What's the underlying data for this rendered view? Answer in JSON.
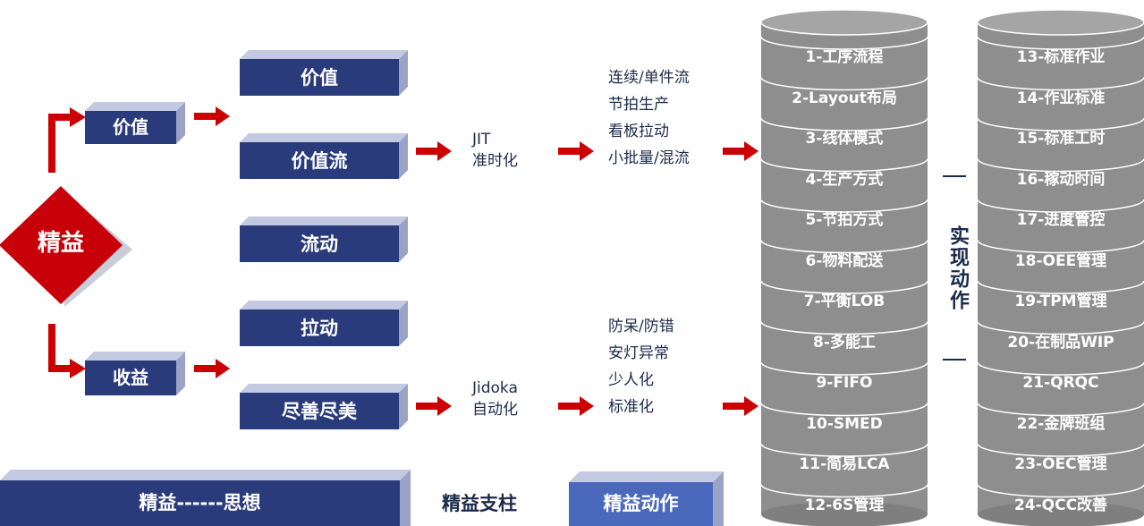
{
  "center": {
    "label": "精益"
  },
  "branches": [
    {
      "label": "价值"
    },
    {
      "label": "收益"
    }
  ],
  "principles": [
    {
      "label": "价值"
    },
    {
      "label": "价值流"
    },
    {
      "label": "流动"
    },
    {
      "label": "拉动"
    },
    {
      "label": "尽善尽美"
    }
  ],
  "jit": {
    "name": "JIT",
    "cn": "准时化",
    "methods": [
      "连续/单件流",
      "节拍生产",
      "看板拉动",
      "小批量/混流"
    ]
  },
  "jidoka": {
    "name": "Jidoka",
    "cn": "自动化",
    "methods": [
      "防呆/防错",
      "安灯异常",
      "少人化",
      "标准化"
    ]
  },
  "actions_left": [
    "1-工序流程",
    "2-Layout布局",
    "3-线体模式",
    "4-生产方式",
    "5-节拍方式",
    "6-物料配送",
    "7-平衡LOB",
    "8-多能工",
    "9-FIFO",
    "10-SMED",
    "11-简易LCA",
    "12-6S管理"
  ],
  "actions_right": [
    "13-标准作业",
    "14-作业标准",
    "15-标准工时",
    "16-稼动时间",
    "17-进度管控",
    "18-OEE管理",
    "19-TPM管理",
    "20-在制品WIP",
    "21-QRQC",
    "22-金牌班组",
    "23-OEC管理",
    "24-QCC改善"
  ],
  "middle_label": "实现动作",
  "footer": {
    "thought": "精益------思想",
    "pillar": "精益支柱",
    "action": "精益动作"
  },
  "colors": {
    "navy": "#2a3b7c",
    "navy_side": "#9aa3c7",
    "navy_top": "#c3c9e0",
    "arrow": "#cc0000",
    "diamond": "#c8000a",
    "cylinder": "#8e8e8e",
    "action_box": "#4a69bd"
  }
}
